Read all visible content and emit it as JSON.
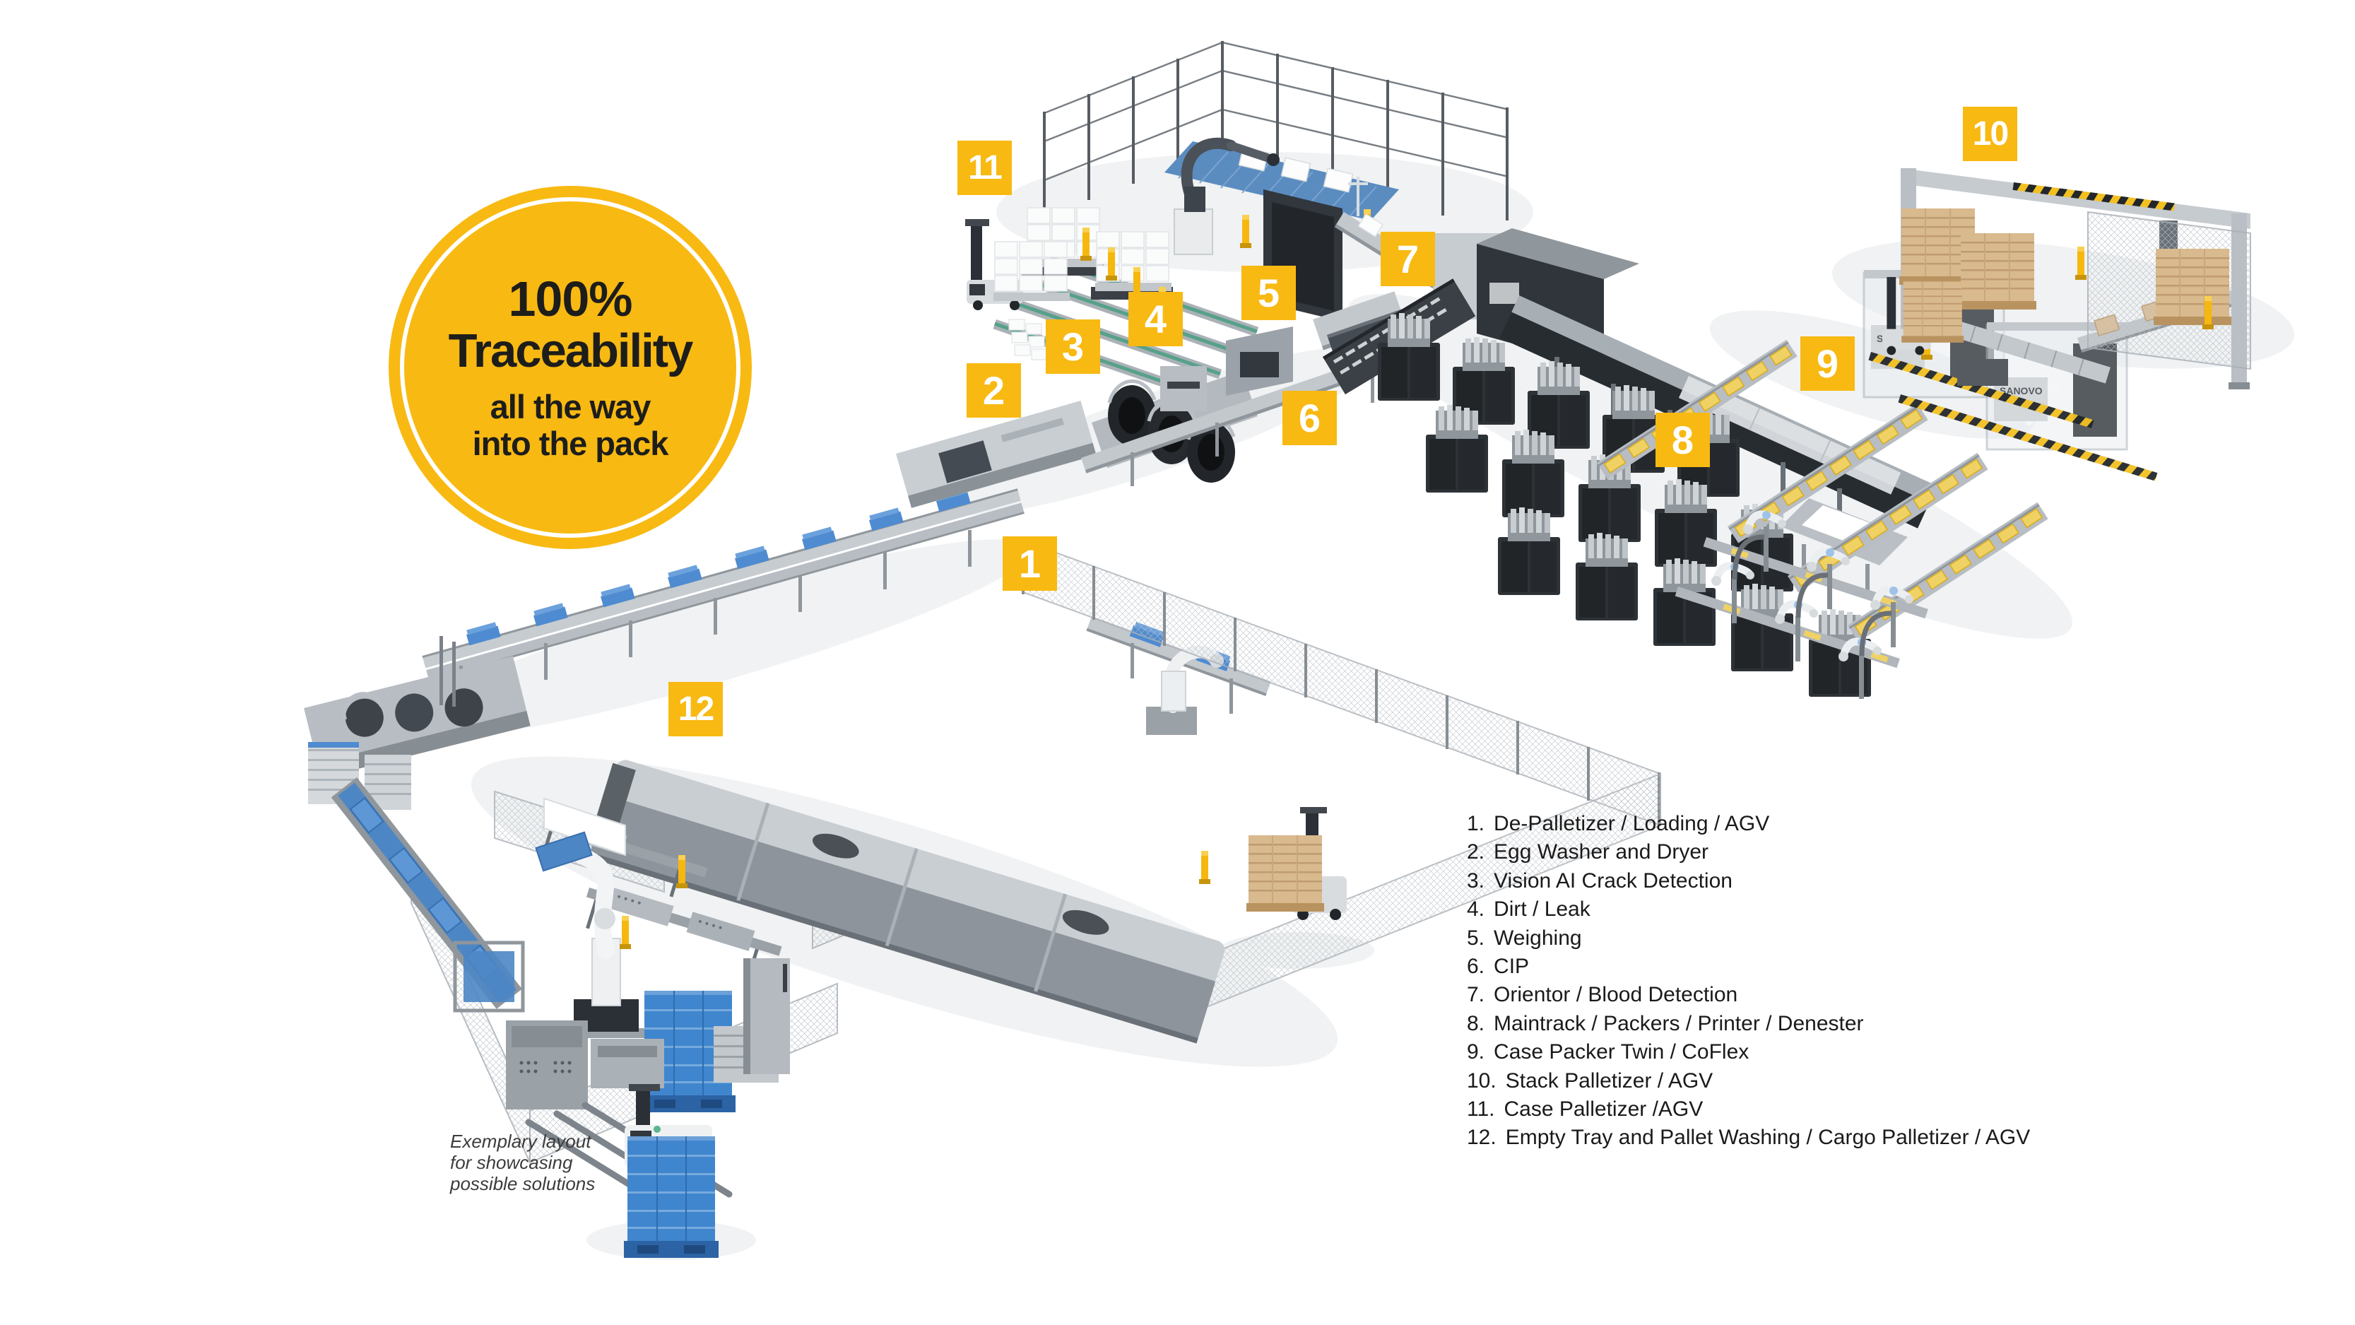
{
  "badge": {
    "headline": "100%",
    "title": "Traceability",
    "subline1": "all the way",
    "subline2": "into the pack"
  },
  "markers": [
    {
      "num": "1"
    },
    {
      "num": "2"
    },
    {
      "num": "3"
    },
    {
      "num": "4"
    },
    {
      "num": "5"
    },
    {
      "num": "6"
    },
    {
      "num": "7"
    },
    {
      "num": "8"
    },
    {
      "num": "9"
    },
    {
      "num": "10"
    },
    {
      "num": "11"
    },
    {
      "num": "12"
    }
  ],
  "legend": {
    "items": [
      {
        "num": "1.",
        "label": "De-Palletizer / Loading / AGV"
      },
      {
        "num": "2.",
        "label": "Egg Washer and Dryer"
      },
      {
        "num": "3.",
        "label": "Vision AI Crack Detection"
      },
      {
        "num": "4.",
        "label": "Dirt / Leak"
      },
      {
        "num": "5.",
        "label": "Weighing"
      },
      {
        "num": "6.",
        "label": "CIP"
      },
      {
        "num": "7.",
        "label": "Orientor / Blood Detection"
      },
      {
        "num": "8.",
        "label": "Maintrack / Packers / Printer / Denester"
      },
      {
        "num": "9.",
        "label": "Case Packer Twin / CoFlex"
      },
      {
        "num": "10.",
        "label": "Stack Palletizer / AGV"
      },
      {
        "num": "11.",
        "label": "Case Palletizer /AGV"
      },
      {
        "num": "12.",
        "label": "Empty Tray and Pallet Washing / Cargo Palletizer / AGV"
      }
    ]
  },
  "footnote": {
    "line1": "Exemplary layout",
    "line2": "for showcasing",
    "line3": "possible solutions"
  },
  "illustration": {
    "machine_brand": "SANOVO"
  },
  "colors": {
    "brand_yellow": "#F8B912",
    "text_black": "#1D1D1B",
    "machine_dark": "#2D3237",
    "machine_light": "#C7CCD0",
    "crate_blue": "#4086CE",
    "tray_tan": "#D9B98E"
  }
}
